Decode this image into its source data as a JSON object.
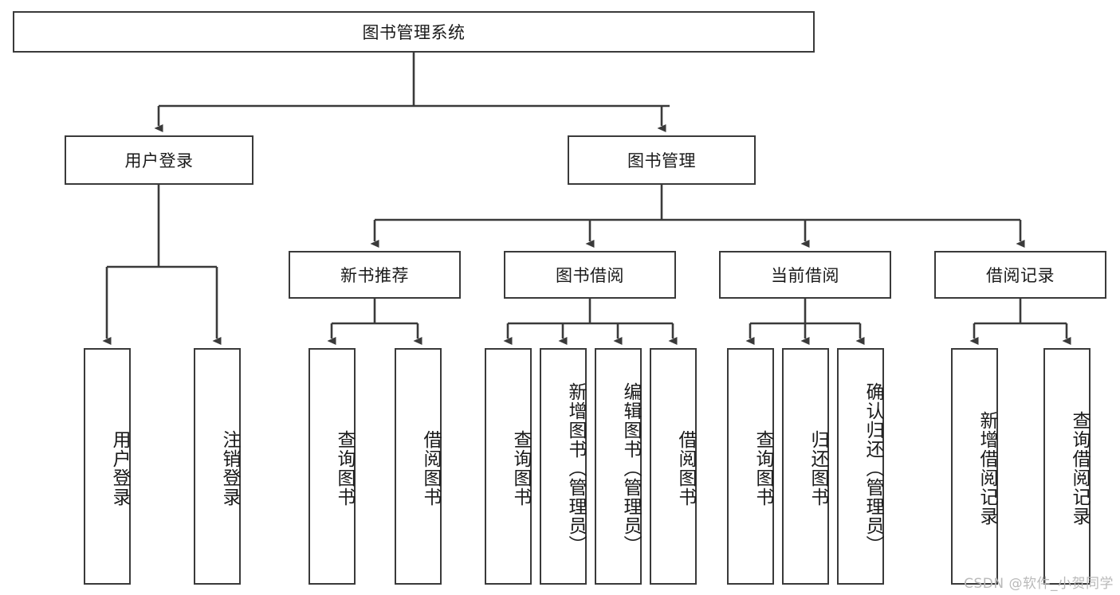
{
  "diagram": {
    "title": "图书管理系统",
    "type": "tree",
    "watermark": "CSDN @软件_小贺同学",
    "colors": {
      "stroke": "#3a3a3a",
      "box_fill": "#ffffff",
      "text": "#1a1a1a",
      "watermark": "#b9b9b9",
      "background": "#ffffff"
    },
    "nodes": {
      "root": {
        "label": "图书管理系统",
        "level": 0,
        "orientation": "horizontal"
      },
      "l1": [
        {
          "id": "user-login",
          "label": "用户登录",
          "level": 1,
          "orientation": "horizontal"
        },
        {
          "id": "book-mgmt",
          "label": "图书管理",
          "level": 1,
          "orientation": "horizontal"
        }
      ],
      "l2": [
        {
          "id": "new-book-rec",
          "label": "新书推荐",
          "level": 2,
          "orientation": "horizontal",
          "parent": "book-mgmt"
        },
        {
          "id": "book-borrow",
          "label": "图书借阅",
          "level": 2,
          "orientation": "horizontal",
          "parent": "book-mgmt"
        },
        {
          "id": "current-borrow",
          "label": "当前借阅",
          "level": 2,
          "orientation": "horizontal",
          "parent": "book-mgmt"
        },
        {
          "id": "borrow-record",
          "label": "借阅记录",
          "level": 2,
          "orientation": "horizontal",
          "parent": "book-mgmt"
        }
      ],
      "leaves": [
        {
          "id": "leaf-user-login",
          "label": "用户登录",
          "parent": "user-login",
          "orientation": "vertical"
        },
        {
          "id": "leaf-user-logout",
          "label": "注销登录",
          "parent": "user-login",
          "orientation": "vertical"
        },
        {
          "id": "leaf-query-book-1",
          "label": "查询图书",
          "parent": "new-book-rec",
          "orientation": "vertical"
        },
        {
          "id": "leaf-borrow-book-1",
          "label": "借阅图书",
          "parent": "new-book-rec",
          "orientation": "vertical"
        },
        {
          "id": "leaf-query-book-2",
          "label": "查询图书",
          "parent": "book-borrow",
          "orientation": "vertical"
        },
        {
          "id": "leaf-add-book",
          "label": "新增图书（管理员）",
          "parent": "book-borrow",
          "orientation": "vertical"
        },
        {
          "id": "leaf-edit-book",
          "label": "编辑图书（管理员）",
          "parent": "book-borrow",
          "orientation": "vertical"
        },
        {
          "id": "leaf-borrow-book-2",
          "label": "借阅图书",
          "parent": "book-borrow",
          "orientation": "vertical"
        },
        {
          "id": "leaf-query-book-3",
          "label": "查询图书",
          "parent": "current-borrow",
          "orientation": "vertical"
        },
        {
          "id": "leaf-return-book",
          "label": "归还图书",
          "parent": "current-borrow",
          "orientation": "vertical"
        },
        {
          "id": "leaf-confirm-return",
          "label": "确认归还（管理员）",
          "parent": "current-borrow",
          "orientation": "vertical"
        },
        {
          "id": "leaf-add-record",
          "label": "新增借阅记录",
          "parent": "borrow-record",
          "orientation": "vertical"
        },
        {
          "id": "leaf-query-record",
          "label": "查询借阅记录",
          "parent": "borrow-record",
          "orientation": "vertical"
        }
      ]
    }
  }
}
